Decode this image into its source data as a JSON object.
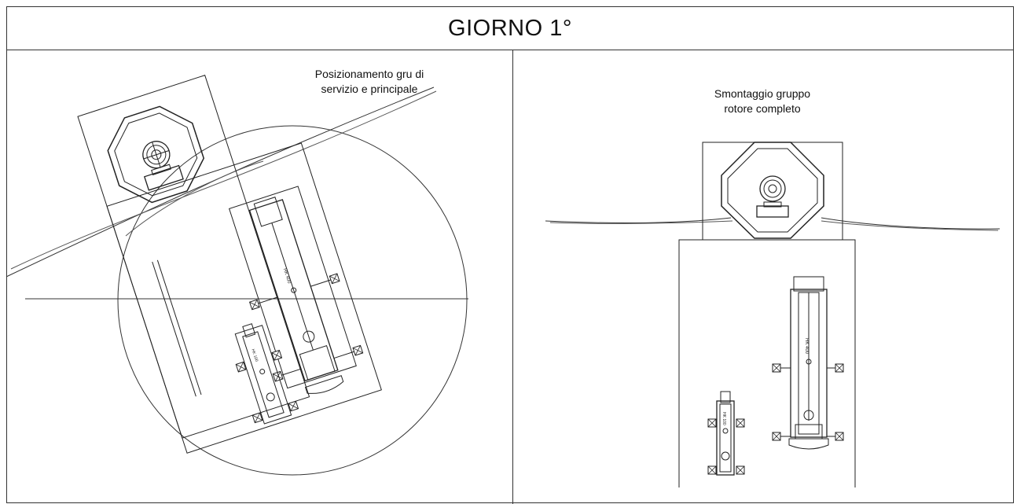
{
  "title": "GIORNO 1°",
  "left_panel": {
    "caption_line1": "Posizionamento gru di",
    "caption_line2": "servizio e principale",
    "main_crane_label": "HK 400",
    "service_crane_label": "HK 100"
  },
  "right_panel": {
    "caption_line1": "Smontaggio gruppo",
    "caption_line2": "rotore completo",
    "main_crane_label": "HK 400",
    "service_crane_label": "HK 100"
  }
}
